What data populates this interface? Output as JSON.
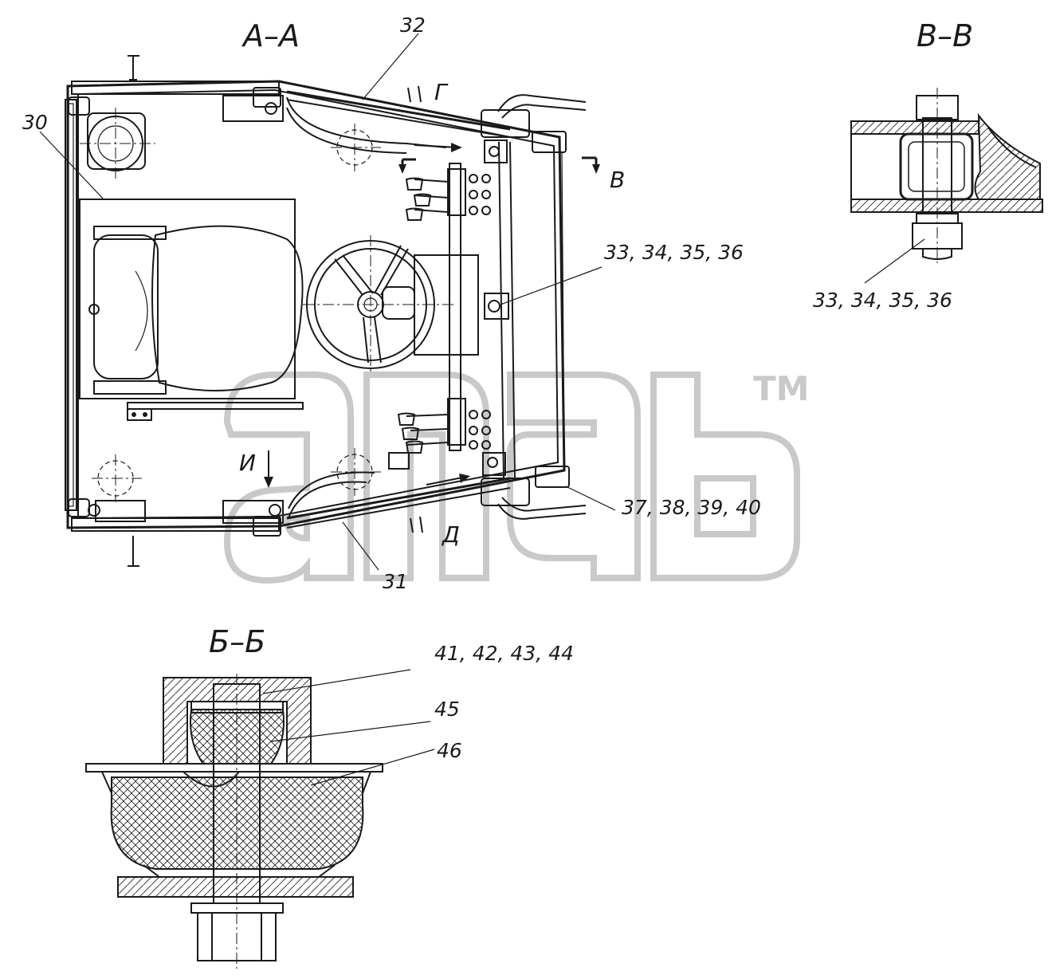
{
  "views": {
    "section_aa": {
      "title": "А–А"
    },
    "section_bb": {
      "title": "Б–Б"
    },
    "section_vv": {
      "title": "В–В"
    }
  },
  "direction_letters": {
    "g": "Г",
    "v": "В",
    "i": "И",
    "d": "Д"
  },
  "callouts": {
    "c30": "30",
    "c31": "31",
    "c32": "32",
    "c33_36_main": "33, 34, 35, 36",
    "c33_36_vv": "33, 34, 35, 36",
    "c37_40": "37, 38, 39, 40",
    "c41_44": "41, 42, 43, 44",
    "c45": "45",
    "c46": "46"
  },
  "watermark": {
    "tm": "TM"
  },
  "colors": {
    "ink": "#1a1a1a",
    "watermark": "#c9c9c9",
    "paper": "#ffffff"
  }
}
